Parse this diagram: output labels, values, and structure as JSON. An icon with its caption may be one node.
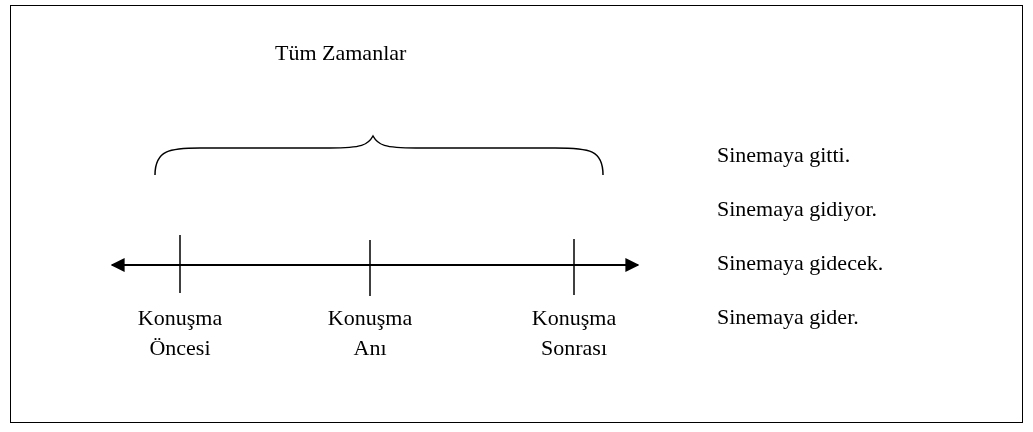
{
  "diagram": {
    "title": "Tüm Zamanlar",
    "labels": [
      "Sinemaya gitti.",
      "Sinemaya gidiyor.",
      "Sinemaya gidecek.",
      "Konuşma Öncesi",
      "Konuşma Anı",
      "Konuşma Sonrası",
      "Sinemaya gider."
    ]
  }
}
